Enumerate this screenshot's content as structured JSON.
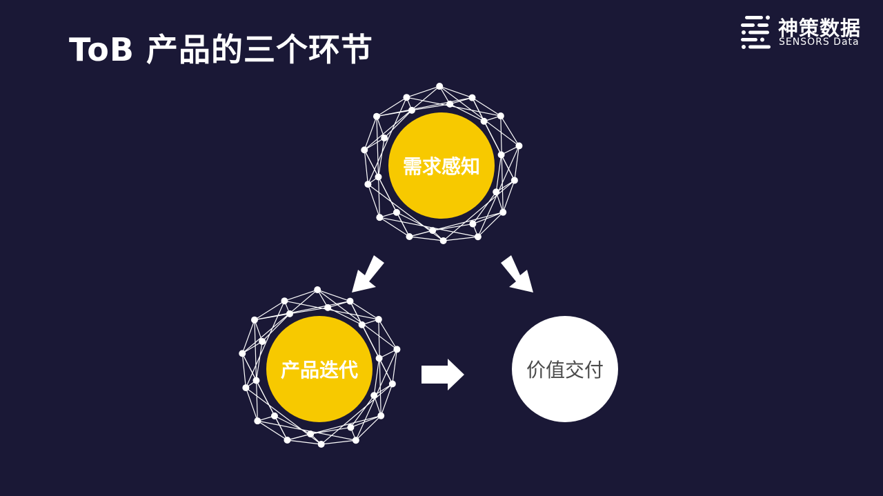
{
  "slide": {
    "title": "ToB 产品的三个环节"
  },
  "logo": {
    "name_cn": "神策数据",
    "name_en": "SENSORS Data"
  },
  "colors": {
    "background": "#1a1836",
    "accent_yellow": "#f7c900",
    "white": "#ffffff",
    "value_text": "#4a4a4a"
  },
  "nodes": [
    {
      "id": "demand",
      "label": "需求感知",
      "style": "yellow-network"
    },
    {
      "id": "iterate",
      "label": "产品迭代",
      "style": "yellow-network"
    },
    {
      "id": "deliver",
      "label": "价值交付",
      "style": "white-plain"
    }
  ],
  "edges": [
    {
      "from": "demand",
      "to": "iterate"
    },
    {
      "from": "demand",
      "to": "deliver"
    },
    {
      "from": "iterate",
      "to": "deliver"
    }
  ]
}
